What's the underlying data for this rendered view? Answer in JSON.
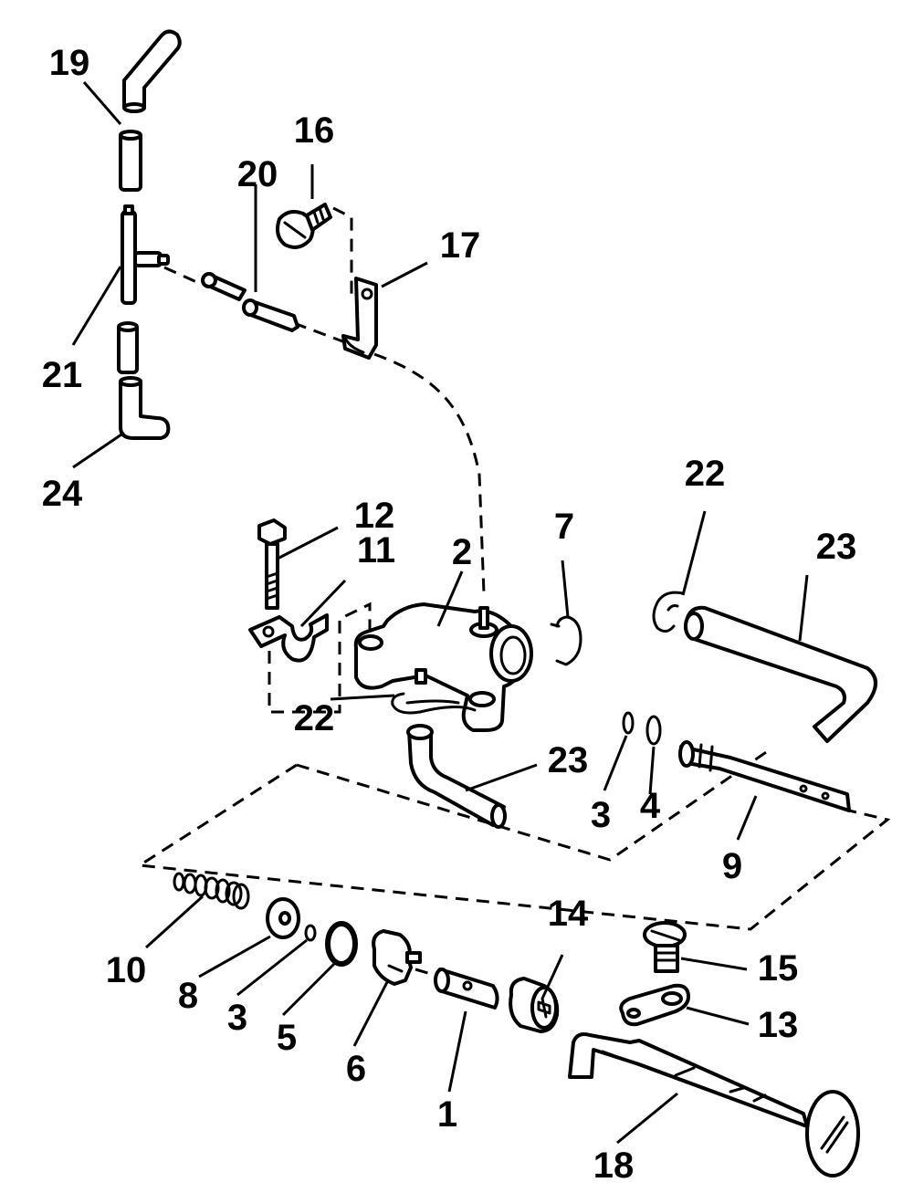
{
  "diagram": {
    "parts": [
      {
        "id": "p1",
        "label": "1"
      },
      {
        "id": "p2",
        "label": "2"
      },
      {
        "id": "p3a",
        "label": "3"
      },
      {
        "id": "p3b",
        "label": "3"
      },
      {
        "id": "p4",
        "label": "4"
      },
      {
        "id": "p5",
        "label": "5"
      },
      {
        "id": "p6",
        "label": "6"
      },
      {
        "id": "p7",
        "label": "7"
      },
      {
        "id": "p8",
        "label": "8"
      },
      {
        "id": "p9",
        "label": "9"
      },
      {
        "id": "p10",
        "label": "10"
      },
      {
        "id": "p11",
        "label": "11"
      },
      {
        "id": "p12",
        "label": "12"
      },
      {
        "id": "p13",
        "label": "13"
      },
      {
        "id": "p14",
        "label": "14"
      },
      {
        "id": "p15",
        "label": "15"
      },
      {
        "id": "p16",
        "label": "16"
      },
      {
        "id": "p17",
        "label": "17"
      },
      {
        "id": "p18",
        "label": "18"
      },
      {
        "id": "p19",
        "label": "19"
      },
      {
        "id": "p20",
        "label": "20"
      },
      {
        "id": "p21",
        "label": "21"
      },
      {
        "id": "p22a",
        "label": "22"
      },
      {
        "id": "p22b",
        "label": "22"
      },
      {
        "id": "p23a",
        "label": "23"
      },
      {
        "id": "p23b",
        "label": "23"
      },
      {
        "id": "p24",
        "label": "24"
      }
    ]
  }
}
